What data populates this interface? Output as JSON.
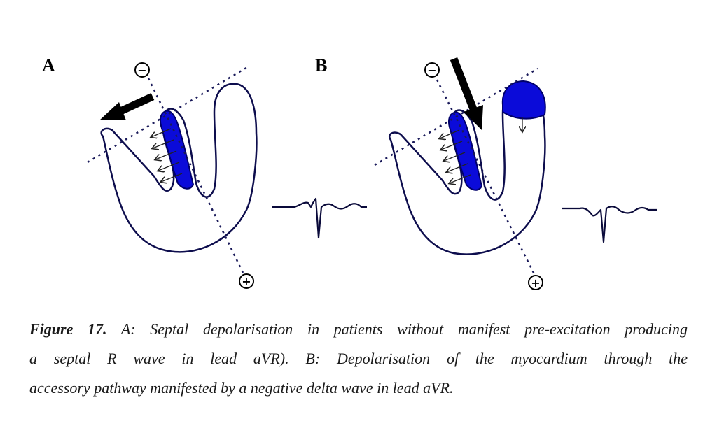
{
  "figure": {
    "panel_a_label": "A",
    "panel_b_label": "B",
    "negative_pole_sign": "−",
    "positive_pole_sign": "+",
    "colors": {
      "depolarised": "#0b0bd9",
      "outline": "#0d0d4d"
    }
  },
  "caption": {
    "figure_label": "Figure 17.",
    "line1": " A: Septal depolarisation in patients without manifest pre-excitation producing",
    "line2": "a septal R wave in lead aVR). B: Depolarisation of the myocardium through the",
    "line3": "accessory pathway manifested by a negative delta wave in lead aVR."
  }
}
